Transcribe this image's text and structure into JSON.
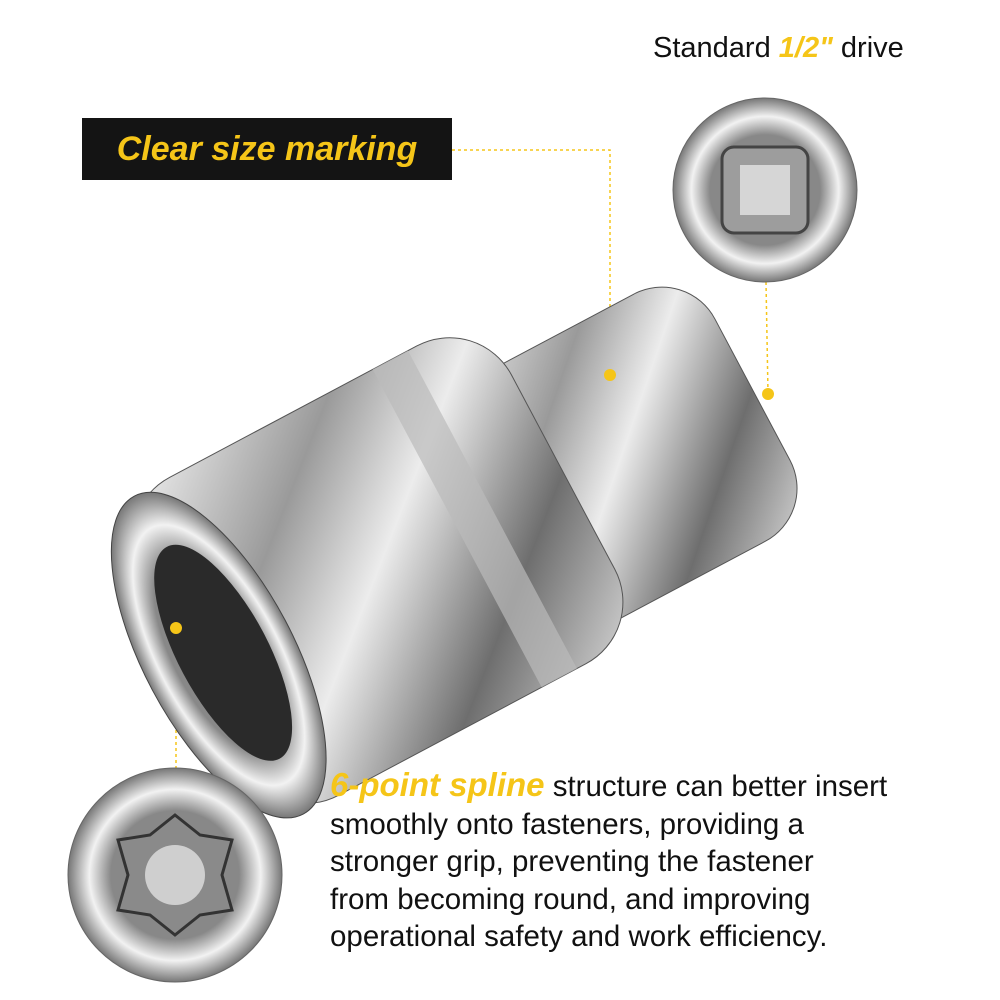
{
  "drive_caption": {
    "prefix": "Standard",
    "highlight": "1/2\"",
    "suffix": "drive"
  },
  "marking_label": "Clear size marking",
  "description": {
    "highlight": "6-point spline",
    "lines": [
      "structure can better insert",
      "smoothly onto fasteners, providing a",
      "stronger grip, preventing the fastener",
      "from becoming round, and improving",
      "operational safety and work efficiency."
    ]
  },
  "colors": {
    "accent": "#f5c518",
    "label_bg": "#141414",
    "text": "#111111"
  }
}
